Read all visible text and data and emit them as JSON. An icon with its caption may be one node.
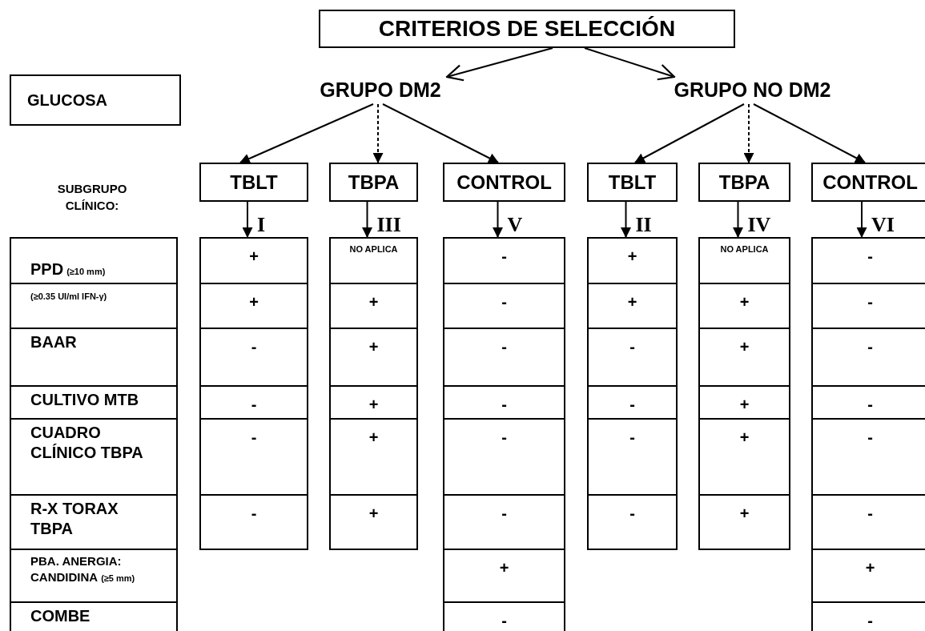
{
  "diagram": {
    "nodes": [
      {
        "text": [
          "CRITERIOS DE SELECCIÓN"
        ]
      },
      {
        "text": [
          "GLUCOSA"
        ]
      },
      {
        "text": [
          "GRUPO DM2"
        ]
      },
      {
        "text": [
          "GRUPO NO DM2"
        ]
      },
      {
        "text": [
          "TBLT"
        ]
      },
      {
        "text": [
          "TBPA"
        ]
      },
      {
        "text": [
          "CONTROL"
        ]
      },
      {
        "text": [
          "TBLT"
        ]
      },
      {
        "text": [
          "TBPA"
        ]
      },
      {
        "text": [
          "CONTROL"
        ]
      },
      {
        "text": [
          "PPD",
          "(≥10 mm)"
        ]
      },
      {
        "text": [
          "+"
        ]
      },
      {
        "text": [
          "NO APLICA"
        ]
      },
      {
        "text": [
          "-"
        ]
      },
      {
        "text": [
          "+"
        ]
      },
      {
        "text": [
          "NO APLICA"
        ]
      },
      {
        "text": [
          "-"
        ]
      },
      {
        "text": [
          "(≥0.35 UI/ml IFN-γ)"
        ]
      },
      {
        "text": [
          "+"
        ]
      },
      {
        "text": [
          "+"
        ]
      },
      {
        "text": [
          "-"
        ]
      },
      {
        "text": [
          "+"
        ]
      },
      {
        "text": [
          "+"
        ]
      },
      {
        "text": [
          "-"
        ]
      },
      {
        "text": [
          "BAAR"
        ]
      },
      {
        "text": [
          "-"
        ]
      },
      {
        "text": [
          "+"
        ]
      },
      {
        "text": [
          "-"
        ]
      },
      {
        "text": [
          "-"
        ]
      },
      {
        "text": [
          "+"
        ]
      },
      {
        "text": [
          "-"
        ]
      },
      {
        "text": [
          "CULTIVO MTB"
        ]
      },
      {
        "text": [
          "-"
        ]
      },
      {
        "text": [
          "+"
        ]
      },
      {
        "text": [
          "-"
        ]
      },
      {
        "text": [
          "-"
        ]
      },
      {
        "text": [
          "+"
        ]
      },
      {
        "text": [
          "-"
        ]
      },
      {
        "text": [
          "CUADRO CLÍNICO TBPA"
        ]
      },
      {
        "text": [
          "-"
        ]
      },
      {
        "text": [
          "+"
        ]
      },
      {
        "text": [
          "-"
        ]
      },
      {
        "text": [
          "-"
        ]
      },
      {
        "text": [
          "+"
        ]
      },
      {
        "text": [
          "-"
        ]
      },
      {
        "text": [
          "R-X TORAX TBPA"
        ]
      },
      {
        "text": [
          "-"
        ]
      },
      {
        "text": [
          "+"
        ]
      },
      {
        "text": [
          "-"
        ]
      },
      {
        "text": [
          "-"
        ]
      },
      {
        "text": [
          "+"
        ]
      },
      {
        "text": [
          "-"
        ]
      },
      {
        "text": [
          "PBA. ANERGIA: CANDIDINA",
          "(≥5 mm)"
        ]
      },
      {
        "text": [
          "+"
        ]
      },
      {
        "text": [
          "+"
        ]
      },
      {
        "text": [
          "COMBE"
        ]
      },
      {
        "text": [
          "-"
        ]
      },
      {
        "text": [
          "-"
        ]
      }
    ],
    "edges": [
      {
        "from": 0,
        "to": 2,
        "arrow": "to"
      },
      {
        "from": 0,
        "to": 3,
        "arrow": "to"
      },
      {
        "from": 2,
        "to": 4,
        "arrow": "to"
      },
      {
        "from": 2,
        "to": 5,
        "arrow": "to",
        "style": "dashed"
      },
      {
        "from": 2,
        "to": 6,
        "arrow": "to"
      },
      {
        "from": 3,
        "to": 7,
        "arrow": "to"
      },
      {
        "from": 3,
        "to": 8,
        "arrow": "to",
        "style": "dashed"
      },
      {
        "from": 3,
        "to": 9,
        "arrow": "to"
      },
      {
        "from": 4,
        "to": 11,
        "arrow": "to",
        "label": "I"
      },
      {
        "from": 5,
        "to": 12,
        "arrow": "to",
        "label": "III"
      },
      {
        "from": 6,
        "to": 13,
        "arrow": "to",
        "label": "V"
      },
      {
        "from": 7,
        "to": 14,
        "arrow": "to",
        "label": "II"
      },
      {
        "from": 8,
        "to": 15,
        "arrow": "to",
        "label": "IV"
      },
      {
        "from": 9,
        "to": 16,
        "arrow": "to",
        "label": "VI"
      }
    ],
    "labels": [
      "SUBGRUPO CLÍNICO:"
    ]
  }
}
